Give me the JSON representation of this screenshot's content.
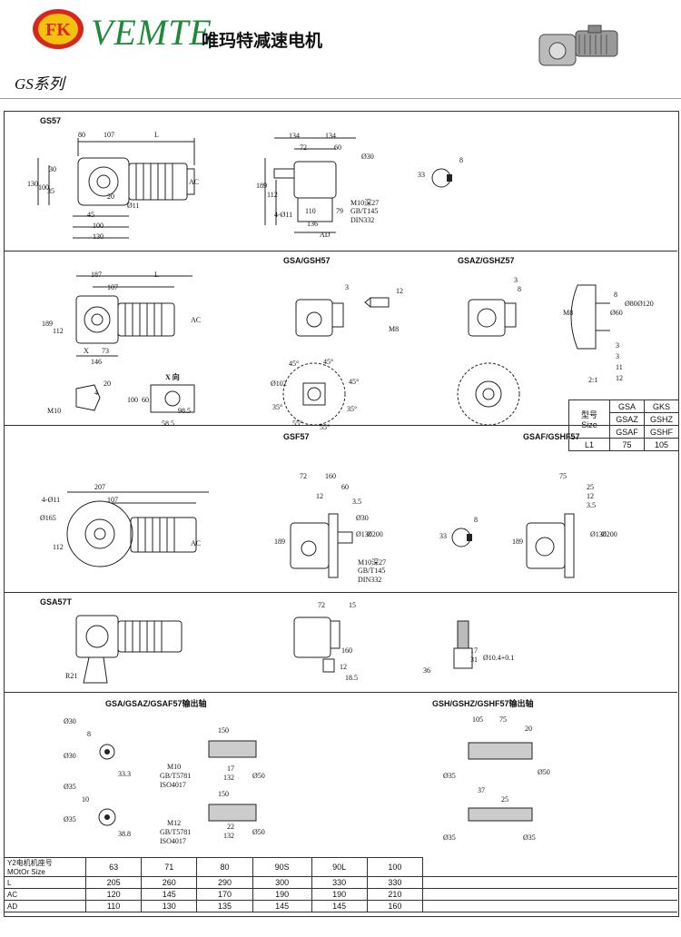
{
  "header": {
    "logo_text": "FK",
    "brand": "VEMTE",
    "brand_cn": "唯玛特减速电机",
    "series": "GS系列"
  },
  "colors": {
    "logo_red": "#d7261e",
    "logo_yellow": "#f4c20d",
    "brand_green": "#1d8a3a"
  },
  "sections": {
    "gs57": {
      "title": "GS57"
    },
    "gsa": {
      "title1": "GSA/GSH57",
      "title2": "GSAZ/GSHZ57",
      "xview": "X 向"
    },
    "gsf": {
      "title1": "GSF57",
      "title2": "GSAF/GSHF57"
    },
    "gsa57t": {
      "title": "GSA57T"
    },
    "shaft": {
      "title1": "GSA/GSAZ/GSAF57输出轴",
      "title2": "GSH/GSHZ/GSHF57输出轴"
    }
  },
  "dims": {
    "gs57_main": [
      "80",
      "107",
      "L",
      "130",
      "100",
      "35",
      "20",
      "Ø11",
      "45",
      "100",
      "130",
      "AC",
      "30"
    ],
    "gs57_side": [
      "134",
      "134",
      "72",
      "60",
      "Ø30",
      "189",
      "112",
      "4-Ø11",
      "110",
      "136",
      "79",
      "AD",
      "M10深27",
      "GB/T145",
      "DIN332"
    ],
    "gs57_key": [
      "8",
      "33"
    ],
    "gsa_main": [
      "187",
      "107",
      "L",
      "189",
      "112",
      "AC",
      "73",
      "146",
      "X",
      "M10",
      "4",
      "20",
      "100",
      "60",
      "58.5",
      "98.5"
    ],
    "gsa_side": [
      "3",
      "12",
      "M8",
      "3",
      "8",
      "45°",
      "45°",
      "45°",
      "Ø102",
      "35°",
      "55°",
      "55°",
      "35°"
    ],
    "gsa_detail": [
      "M8",
      "Ø60",
      "Ø80",
      "Ø120",
      "8",
      "3",
      "3",
      "11",
      "12",
      "2:1"
    ],
    "gsf_main": [
      "207",
      "107",
      "4-Ø11",
      "Ø165",
      "112",
      "AC"
    ],
    "gsf_side": [
      "72",
      "160",
      "60",
      "12",
      "3.5",
      "189",
      "Ø30",
      "Ø130",
      "Ø200",
      "M10深27",
      "GB/T145",
      "DIN332"
    ],
    "gsf_key": [
      "8",
      "33"
    ],
    "gsaf_side": [
      "75",
      "25",
      "12",
      "3.5",
      "189",
      "Ø130",
      "Ø200"
    ],
    "gsa57t_main": [
      "R21"
    ],
    "gsa57t_side": [
      "72",
      "15",
      "160",
      "12",
      "18.5"
    ],
    "gsa57t_detail": [
      "31",
      "17",
      "Ø10.4+0.1",
      "36"
    ],
    "shaft_left": [
      "Ø30",
      "8",
      "Ø30",
      "33.3",
      "150",
      "M10",
      "GB/T5781",
      "ISO4017",
      "17",
      "132",
      "Ø50",
      "Ø35",
      "10",
      "Ø35",
      "38.8",
      "150",
      "M12",
      "GB/T5781",
      "ISO4017",
      "22",
      "132",
      "Ø50"
    ],
    "shaft_right": [
      "105",
      "75",
      "20",
      "Ø35",
      "Ø50",
      "37",
      "25",
      "Ø35",
      "Ø35"
    ]
  },
  "size_table": {
    "header": "型号",
    "header2": "Size",
    "cols": [
      [
        "GSA",
        "GKS"
      ],
      [
        "GSAZ",
        "GSHZ"
      ],
      [
        "GSAF",
        "GSHF"
      ]
    ],
    "row_label": "L1",
    "values": [
      "75",
      "105"
    ]
  },
  "spec_table": {
    "head_label1": "Y2电机机座号",
    "head_label2": "MOtOr Size",
    "sizes": [
      "63",
      "71",
      "80",
      "90S",
      "90L",
      "100"
    ],
    "rows": [
      {
        "label": "L",
        "values": [
          "205",
          "260",
          "290",
          "300",
          "330",
          "330"
        ]
      },
      {
        "label": "AC",
        "values": [
          "120",
          "145",
          "170",
          "190",
          "190",
          "210"
        ]
      },
      {
        "label": "AD",
        "values": [
          "110",
          "130",
          "135",
          "145",
          "145",
          "160"
        ]
      }
    ]
  }
}
